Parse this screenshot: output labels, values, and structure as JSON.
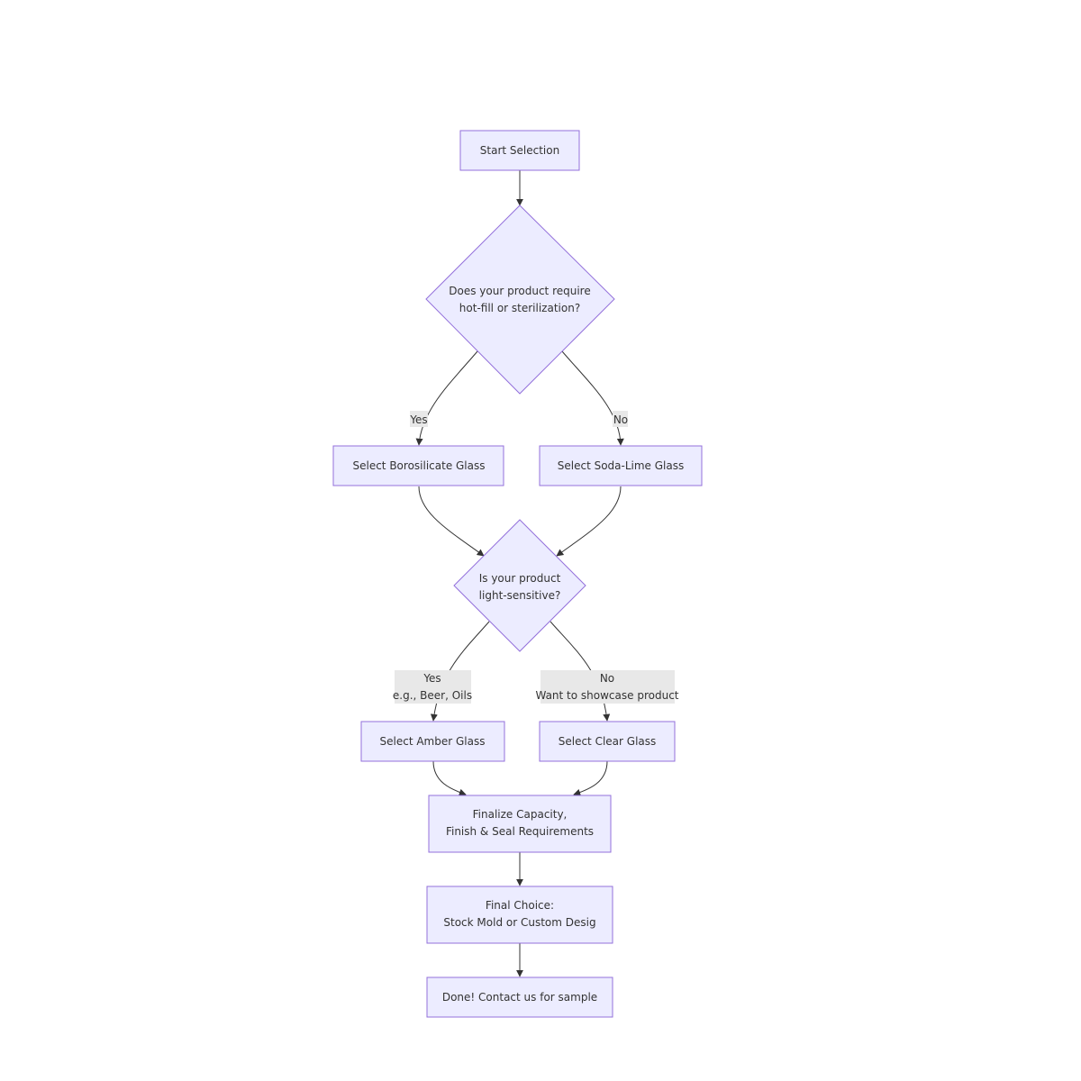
{
  "colors": {
    "node_fill": "#ECECFF",
    "node_stroke": "#9370DB",
    "edge": "#333333",
    "label_bg": "#E8E8E8",
    "text": "#333333"
  },
  "nodes": {
    "start": {
      "lines": [
        "Start Selection"
      ]
    },
    "q_hotfill": {
      "lines": [
        "Does your product require",
        "hot-fill or sterilization?"
      ]
    },
    "borosilicate": {
      "lines": [
        "Select Borosilicate Glass"
      ]
    },
    "soda_lime": {
      "lines": [
        "Select Soda-Lime Glass"
      ]
    },
    "q_light": {
      "lines": [
        "Is your product",
        "light-sensitive?"
      ]
    },
    "amber": {
      "lines": [
        "Select Amber Glass"
      ]
    },
    "clear": {
      "lines": [
        "Select Clear Glass"
      ]
    },
    "finalize": {
      "lines": [
        "Finalize Capacity,",
        "Finish & Seal Requirements"
      ]
    },
    "final_choice": {
      "lines": [
        "Final Choice:",
        "Stock Mold or Custom Desig"
      ]
    },
    "done": {
      "lines": [
        "Done! Contact us for sample"
      ]
    }
  },
  "edge_labels": {
    "hotfill_yes": {
      "lines": [
        "Yes"
      ]
    },
    "hotfill_no": {
      "lines": [
        "No"
      ]
    },
    "light_yes": {
      "lines": [
        "Yes",
        "e.g., Beer, Oils"
      ]
    },
    "light_no": {
      "lines": [
        "No",
        "Want to showcase product"
      ]
    }
  }
}
